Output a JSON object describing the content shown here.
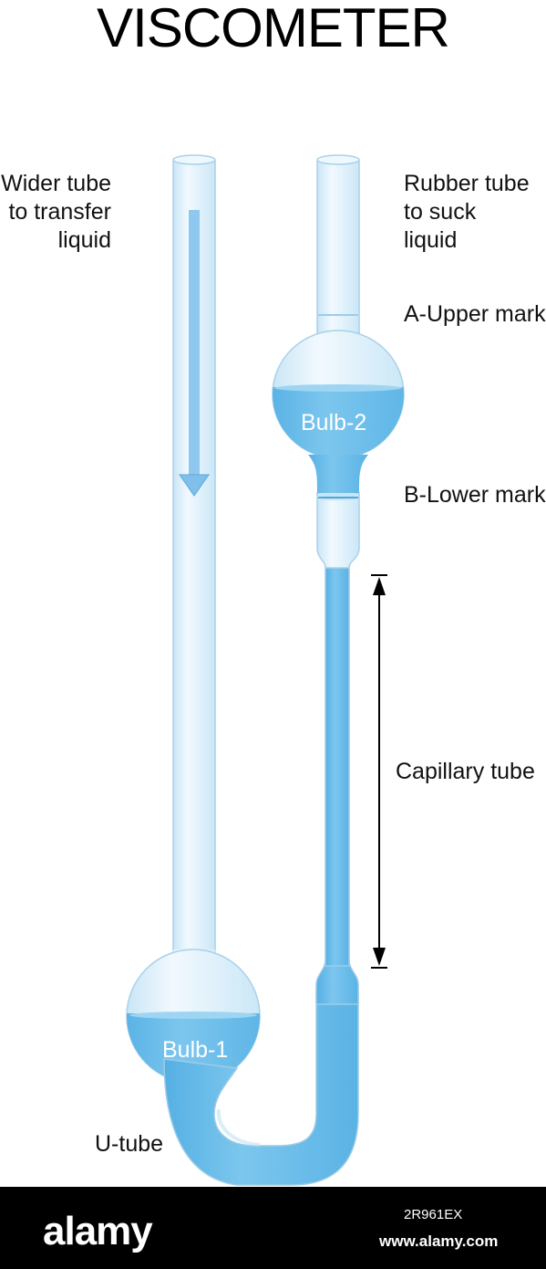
{
  "title": "VISCOMETER",
  "labels": {
    "wider_tube": "Wider tube\nto transfer\nliquid",
    "rubber_tube": "Rubber tube\nto suck\nliquid",
    "upper_mark": "A-Upper mark",
    "lower_mark": "B-Lower mark",
    "capillary": "Capillary tube",
    "u_tube": "U-tube",
    "bulb2": "Bulb-2",
    "bulb1": "Bulb-1"
  },
  "colors": {
    "glass": "#d9eef9",
    "glass_edge": "#a9d1e8",
    "liquid": "#64b9e7",
    "arrow": "#7fbfea"
  },
  "footer": {
    "logo": "alamy",
    "image_id": "2R961EX",
    "url": "www.alamy.com"
  }
}
